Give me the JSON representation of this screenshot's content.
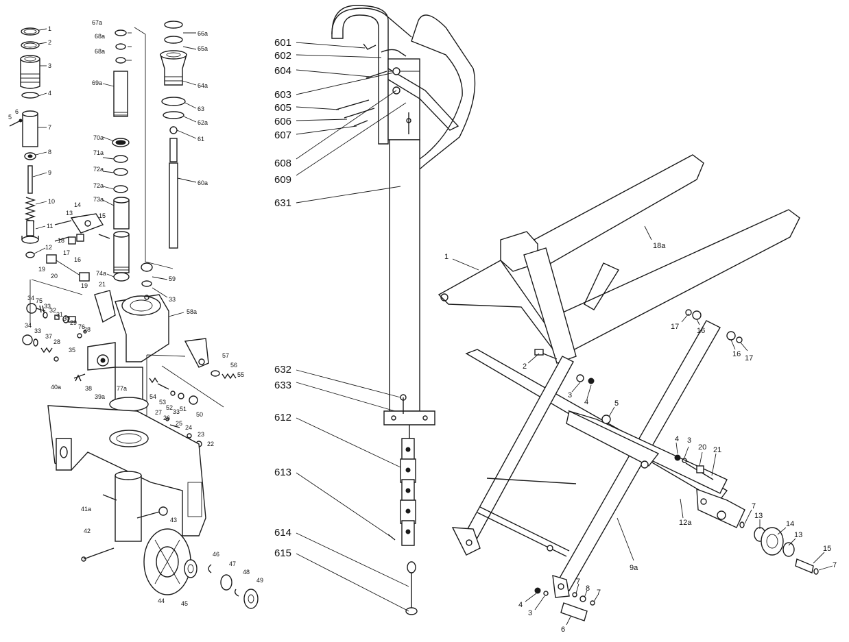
{
  "colors": {
    "ink": "#1a1a1a",
    "paper": "#ffffff"
  },
  "pump_labels": [
    {
      "id": "p-1",
      "text": "1"
    },
    {
      "id": "p-2",
      "text": "2"
    },
    {
      "id": "p-3",
      "text": "3"
    },
    {
      "id": "p-4",
      "text": "4"
    },
    {
      "id": "p-5",
      "text": "5"
    },
    {
      "id": "p-6",
      "text": "6"
    },
    {
      "id": "p-7",
      "text": "7"
    },
    {
      "id": "p-8",
      "text": "8"
    },
    {
      "id": "p-9",
      "text": "9"
    },
    {
      "id": "p-10",
      "text": "10"
    },
    {
      "id": "p-11",
      "text": "11"
    },
    {
      "id": "p-12",
      "text": "12"
    },
    {
      "id": "p-13",
      "text": "13"
    },
    {
      "id": "p-14",
      "text": "14"
    },
    {
      "id": "p-15",
      "text": "15"
    },
    {
      "id": "p-16",
      "text": "16"
    },
    {
      "id": "p-17",
      "text": "17"
    },
    {
      "id": "p-18",
      "text": "18"
    },
    {
      "id": "p-19a",
      "text": "19"
    },
    {
      "id": "p-19b",
      "text": "19"
    },
    {
      "id": "p-20",
      "text": "20"
    },
    {
      "id": "p-21",
      "text": "21"
    },
    {
      "id": "p-22",
      "text": "22"
    },
    {
      "id": "p-23",
      "text": "23"
    },
    {
      "id": "p-24",
      "text": "24"
    },
    {
      "id": "p-25",
      "text": "25"
    },
    {
      "id": "p-26",
      "text": "26"
    },
    {
      "id": "p-27",
      "text": "27"
    },
    {
      "id": "p-28a",
      "text": "28"
    },
    {
      "id": "p-28b",
      "text": "28"
    },
    {
      "id": "p-29",
      "text": "29"
    },
    {
      "id": "p-30",
      "text": "30"
    },
    {
      "id": "p-31",
      "text": "31"
    },
    {
      "id": "p-32",
      "text": "32"
    },
    {
      "id": "p-33a",
      "text": "33"
    },
    {
      "id": "p-33b",
      "text": "33"
    },
    {
      "id": "p-33c",
      "text": "33"
    },
    {
      "id": "p-33d",
      "text": "33"
    },
    {
      "id": "p-34a",
      "text": "34"
    },
    {
      "id": "p-34b",
      "text": "34"
    },
    {
      "id": "p-35",
      "text": "35"
    },
    {
      "id": "p-37",
      "text": "37"
    },
    {
      "id": "p-38",
      "text": "38"
    },
    {
      "id": "p-39a",
      "text": "39a"
    },
    {
      "id": "p-40a",
      "text": "40a"
    },
    {
      "id": "p-41a",
      "text": "41a"
    },
    {
      "id": "p-42",
      "text": "42"
    },
    {
      "id": "p-43",
      "text": "43"
    },
    {
      "id": "p-44",
      "text": "44"
    },
    {
      "id": "p-45",
      "text": "45"
    },
    {
      "id": "p-46",
      "text": "46"
    },
    {
      "id": "p-47",
      "text": "47"
    },
    {
      "id": "p-48",
      "text": "48"
    },
    {
      "id": "p-49",
      "text": "49"
    },
    {
      "id": "p-50",
      "text": "50"
    },
    {
      "id": "p-51",
      "text": "51"
    },
    {
      "id": "p-52",
      "text": "52"
    },
    {
      "id": "p-53",
      "text": "53"
    },
    {
      "id": "p-54",
      "text": "54"
    },
    {
      "id": "p-55",
      "text": "55"
    },
    {
      "id": "p-56",
      "text": "56"
    },
    {
      "id": "p-57",
      "text": "57"
    },
    {
      "id": "p-58a",
      "text": "58a"
    },
    {
      "id": "p-59",
      "text": "59"
    },
    {
      "id": "p-60a",
      "text": "60a"
    },
    {
      "id": "p-61",
      "text": "61"
    },
    {
      "id": "p-62a",
      "text": "62a"
    },
    {
      "id": "p-63",
      "text": "63"
    },
    {
      "id": "p-64a",
      "text": "64a"
    },
    {
      "id": "p-65a",
      "text": "65a"
    },
    {
      "id": "p-66a",
      "text": "66a"
    },
    {
      "id": "p-67a",
      "text": "67a"
    },
    {
      "id": "p-68a1",
      "text": "68a"
    },
    {
      "id": "p-68a2",
      "text": "68a"
    },
    {
      "id": "p-69a",
      "text": "69a"
    },
    {
      "id": "p-70a",
      "text": "70a"
    },
    {
      "id": "p-71a",
      "text": "71a"
    },
    {
      "id": "p-72a1",
      "text": "72a"
    },
    {
      "id": "p-72a2",
      "text": "72a"
    },
    {
      "id": "p-73a",
      "text": "73a"
    },
    {
      "id": "p-74a",
      "text": "74a"
    },
    {
      "id": "p-75",
      "text": "75"
    },
    {
      "id": "p-76",
      "text": "76"
    },
    {
      "id": "p-77a",
      "text": "77a"
    }
  ],
  "handle_labels": [
    {
      "id": "h-601",
      "text": "601"
    },
    {
      "id": "h-602",
      "text": "602"
    },
    {
      "id": "h-604",
      "text": "604"
    },
    {
      "id": "h-603",
      "text": "603"
    },
    {
      "id": "h-605",
      "text": "605"
    },
    {
      "id": "h-606",
      "text": "606"
    },
    {
      "id": "h-607",
      "text": "607"
    },
    {
      "id": "h-608",
      "text": "608"
    },
    {
      "id": "h-609",
      "text": "609"
    },
    {
      "id": "h-631",
      "text": "631"
    },
    {
      "id": "h-632",
      "text": "632"
    },
    {
      "id": "h-633",
      "text": "633"
    },
    {
      "id": "h-612",
      "text": "612"
    },
    {
      "id": "h-613",
      "text": "613"
    },
    {
      "id": "h-614",
      "text": "614"
    },
    {
      "id": "h-615",
      "text": "615"
    }
  ],
  "frame_labels": [
    {
      "id": "f-1",
      "text": "1"
    },
    {
      "id": "f-18a",
      "text": "18a"
    },
    {
      "id": "f-17a",
      "text": "17"
    },
    {
      "id": "f-16a",
      "text": "16"
    },
    {
      "id": "f-16b",
      "text": "16"
    },
    {
      "id": "f-17b",
      "text": "17"
    },
    {
      "id": "f-2",
      "text": "2"
    },
    {
      "id": "f-3a",
      "text": "3"
    },
    {
      "id": "f-4a",
      "text": "4"
    },
    {
      "id": "f-5",
      "text": "5"
    },
    {
      "id": "f-4b",
      "text": "4"
    },
    {
      "id": "f-3b",
      "text": "3"
    },
    {
      "id": "f-20",
      "text": "20"
    },
    {
      "id": "f-21",
      "text": "21"
    },
    {
      "id": "f-12a",
      "text": "12a"
    },
    {
      "id": "f-7a",
      "text": "7"
    },
    {
      "id": "f-13a",
      "text": "13"
    },
    {
      "id": "f-14",
      "text": "14"
    },
    {
      "id": "f-13b",
      "text": "13"
    },
    {
      "id": "f-15",
      "text": "15"
    },
    {
      "id": "f-7b",
      "text": "7"
    },
    {
      "id": "f-9a",
      "text": "9a"
    },
    {
      "id": "f-7c",
      "text": "7"
    },
    {
      "id": "f-8",
      "text": "8"
    },
    {
      "id": "f-7d",
      "text": "7"
    },
    {
      "id": "f-4c",
      "text": "4"
    },
    {
      "id": "f-3c",
      "text": "3"
    },
    {
      "id": "f-6",
      "text": "6"
    }
  ]
}
